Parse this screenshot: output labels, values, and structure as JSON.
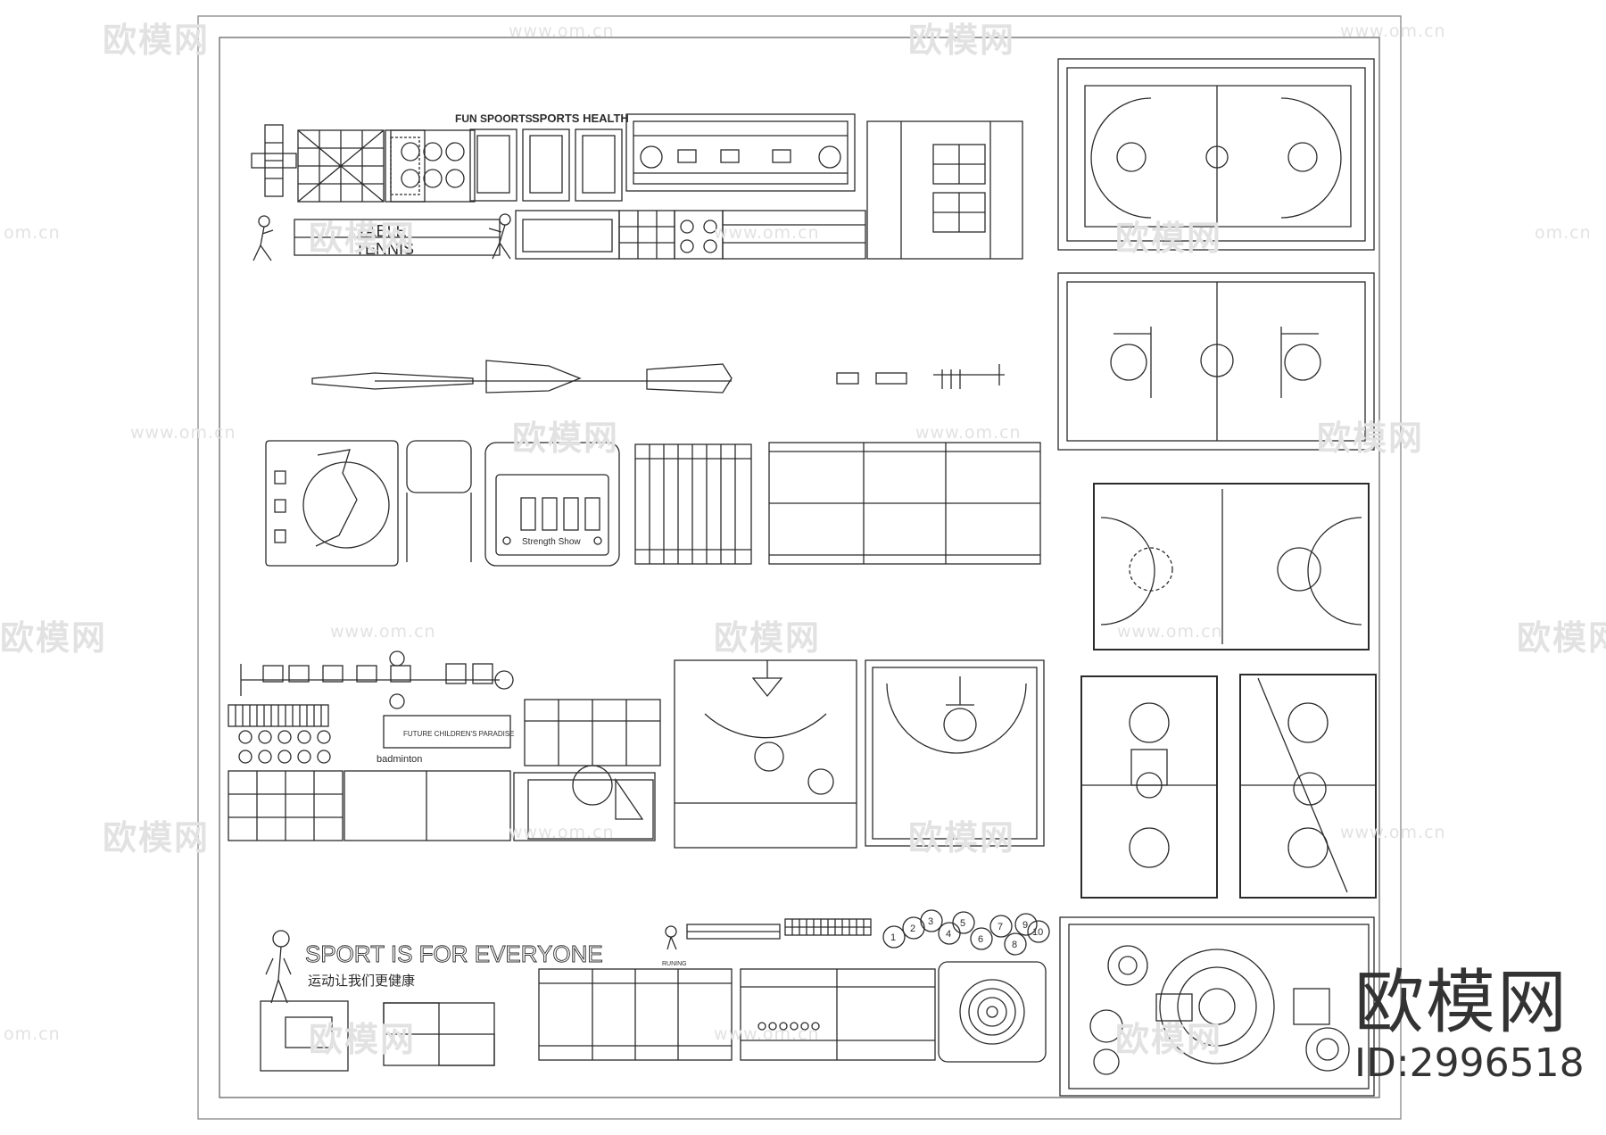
{
  "watermark": {
    "brand": "欧模网",
    "url": "www.om.cn",
    "url_short": "om.cn"
  },
  "brand_mark": {
    "title": "欧模网",
    "id_label": "ID:2996518"
  },
  "drawing_texts": {
    "fun_sports": "FUN SPOORTS",
    "sports_health": "SPORTS HEALTH",
    "table": "TABLE",
    "tennis": "TENNIS",
    "strength_show": "Strength Show",
    "future_paradise": "FUTURE CHILDREN'S PARADISE",
    "badminton": "badminton",
    "sport_everyone": "SPORT IS FOR EVERYONE",
    "running": "RUNING",
    "cn_slogan": "运动让我们更健康",
    "cn_title": "篮 球 场",
    "numbers": [
      "1",
      "2",
      "3",
      "4",
      "5",
      "6",
      "7",
      "8",
      "9",
      "10"
    ]
  },
  "colors": {
    "line": "#2b2b2b",
    "watermark": "#e2e2e2",
    "frame": "#555555"
  }
}
